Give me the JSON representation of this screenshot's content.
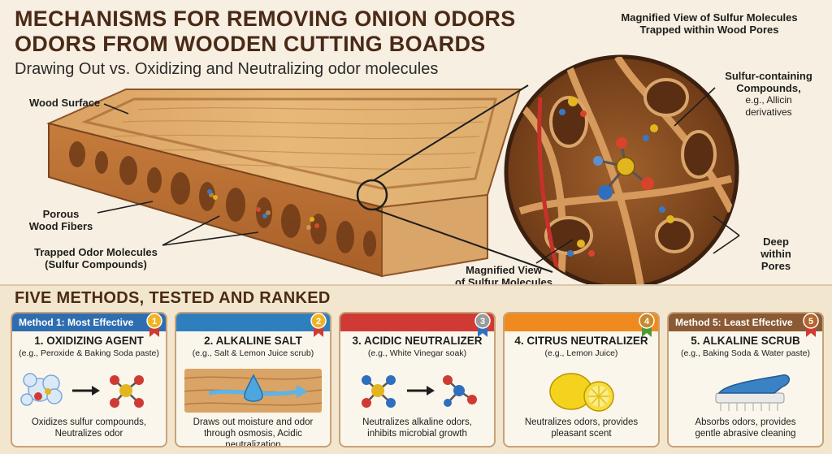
{
  "title_line1": "Mechanisms for Removing Onion Odors",
  "title_line2": "Odors from Wooden Cutting Boards",
  "subtitle": "Drawing Out vs. Oxidizing and Neutralizing odor molecules",
  "labels": {
    "wood_surface": "Wood Surface",
    "porous_line1": "Porous",
    "porous_line2": "Wood Fibers",
    "trapped_line1": "Trapped Odor Molecules",
    "trapped_line2": "(Sulfur Compounds)",
    "magnified_top_line1": "Magnified View of Sulfur Molecules",
    "magnified_top_line2": "Trapped within Wood Pores",
    "sulfur_line1": "Sulfur-containing",
    "sulfur_line2": "Compounds,",
    "sulfur_sub1": "e.g., Allicin",
    "sulfur_sub2": "derivatives",
    "magnified_bottom_line1": "Magnified View",
    "magnified_bottom_line2": "of Sulfur Molecules",
    "deep_line1": "Deep",
    "deep_line2": "within",
    "deep_line3": "Pores"
  },
  "section_title": "Five Methods, Tested and Ranked",
  "methods": [
    {
      "band_label": "Method 1: Most Effective",
      "rank": "1",
      "name": "1. Oxidizing Agent",
      "example": "(e.g., Peroxide & Baking Soda paste)",
      "desc_line1": "Oxidizes sulfur compounds,",
      "desc_line2": "Neutralizes odor",
      "band_color": "#2e6eb0",
      "badge_color": "#f0b323"
    },
    {
      "band_label": "",
      "rank": "2",
      "name": "2. Alkaline Salt",
      "example": "(e.g., Salt & Lemon Juice scrub)",
      "desc_line1": "Draws out moisture and odor",
      "desc_line2": "through osmosis, Acidic neutralization",
      "band_color": "#2f7fbf",
      "badge_color": "#f0b323"
    },
    {
      "band_label": "",
      "rank": "3",
      "name": "3. Acidic Neutralizer",
      "example": "(e.g., White Vinegar soak)",
      "desc_line1": "Neutralizes alkaline odors,",
      "desc_line2": "inhibits microbial growth",
      "band_color": "#cf3b34",
      "badge_color": "#9a9a9a"
    },
    {
      "band_label": "",
      "rank": "4",
      "name": "4. Citrus Neutralizer",
      "example": "(e.g., Lemon Juice)",
      "desc_line1": "Neutralizes odors, provides",
      "desc_line2": "pleasant scent",
      "band_color": "#ef8a1f",
      "badge_color": "#c98a2d"
    },
    {
      "band_label": "Method 5: Least Effective",
      "rank": "5",
      "name": "5. Alkaline Scrub",
      "example": "(e.g., Baking Soda & Water paste)",
      "desc_line1": "Absorbs odors, provides",
      "desc_line2": "gentle abrasive cleaning",
      "band_color": "#8b5a34",
      "badge_color": "#b5652b"
    }
  ]
}
